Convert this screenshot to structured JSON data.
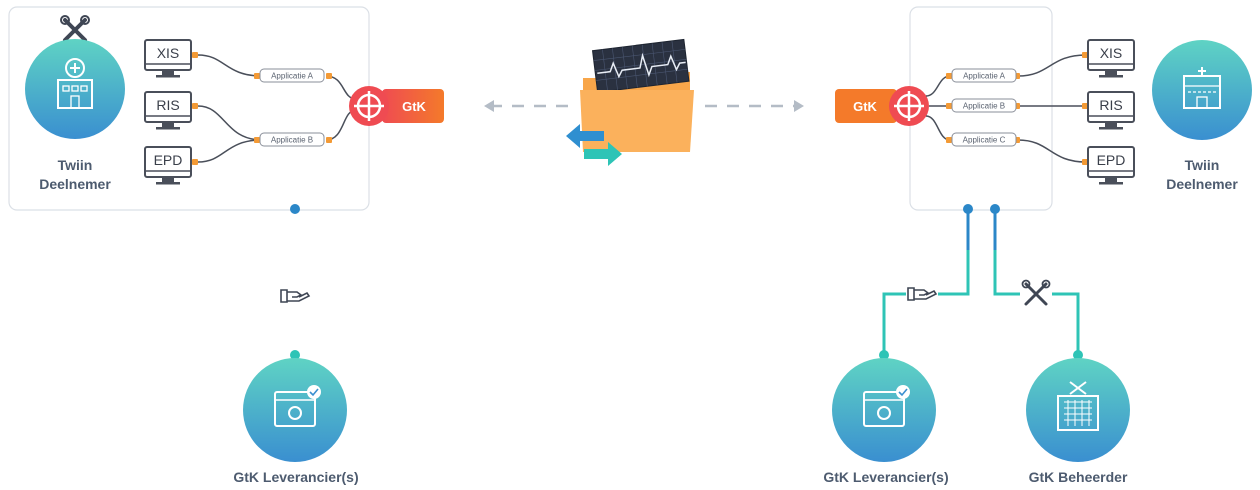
{
  "left_system": {
    "participant_label_line1": "Twiin",
    "participant_label_line2": "Deelnemer",
    "systems": [
      "XIS",
      "RIS",
      "EPD"
    ],
    "applications": [
      "Applicatie A",
      "Applicatie B"
    ],
    "gateway_label": "GtK"
  },
  "right_system": {
    "participant_label_line1": "Twiin",
    "participant_label_line2": "Deelnemer",
    "systems": [
      "XIS",
      "RIS",
      "EPD"
    ],
    "applications": [
      "Applicatie A",
      "Applicatie B",
      "Applicatie C"
    ],
    "gateway_label": "GtK"
  },
  "roles": {
    "left_supplier": "GtK Leverancier(s)",
    "right_supplier": "GtK Leverancier(s)",
    "right_manager": "GtK Beheerder"
  },
  "colors": {
    "teal_top": "#5fd3c4",
    "teal_bottom": "#3a8fd0",
    "gateway_orange": "#f47a2a",
    "gateway_red": "#ef4b52",
    "connector_orange": "#f39a35",
    "folder": "#fbb15c",
    "arrow_blue": "#2f8fd0",
    "line_blue": "#2b87c8",
    "line_teal": "#2ec4b6"
  },
  "icons": [
    "tools-icon",
    "hospital-icon",
    "folder-icon",
    "ecg-icon",
    "exchange-arrows-icon",
    "handshake-icon",
    "settings-window-icon",
    "building-icon"
  ]
}
